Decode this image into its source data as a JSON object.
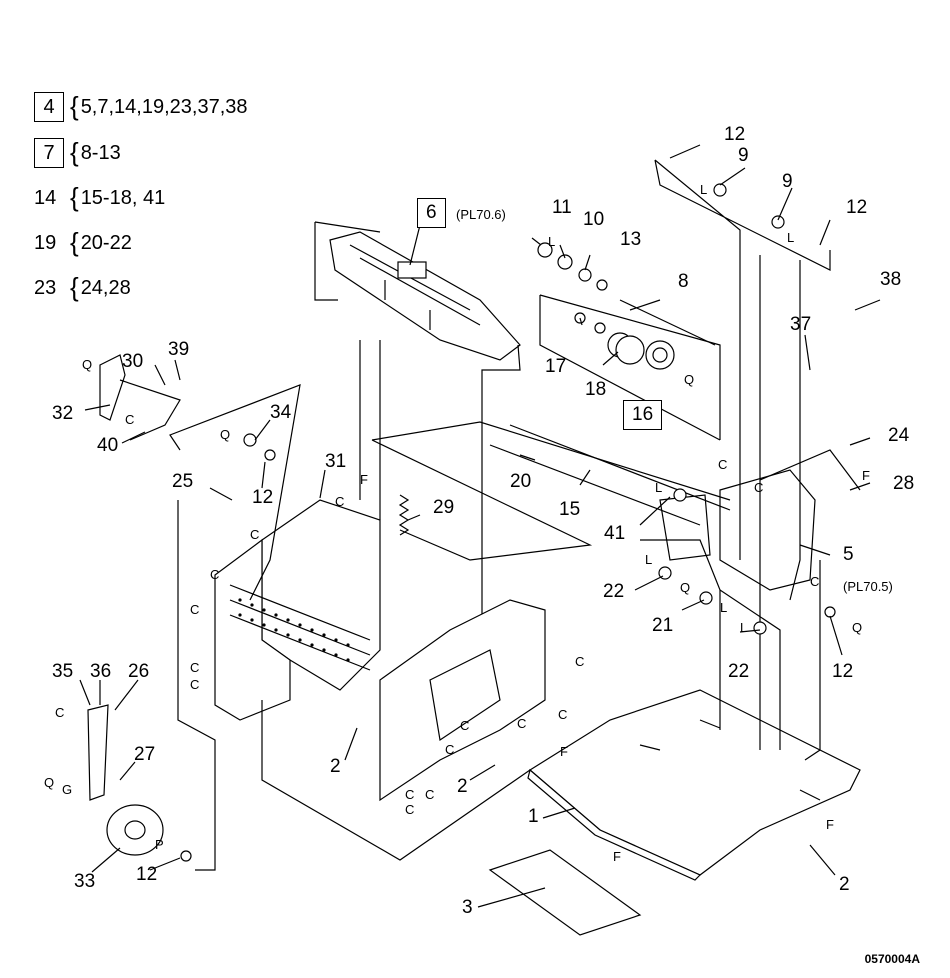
{
  "legend": [
    {
      "num": "4",
      "boxed": true,
      "items": "5,7,14,19,23,37,38"
    },
    {
      "num": "7",
      "boxed": true,
      "items": "8-13"
    },
    {
      "num": "14",
      "boxed": false,
      "items": "15-18, 41"
    },
    {
      "num": "19",
      "boxed": false,
      "items": "20-22"
    },
    {
      "num": "23",
      "boxed": false,
      "items": "24,28"
    }
  ],
  "callouts": {
    "c6": "6",
    "c6ref": "(PL70.6)",
    "c16": "16",
    "c5": "5",
    "c5ref": "(PL70.5)",
    "c1": "1",
    "c2a": "2",
    "c2b": "2",
    "c2c": "2",
    "c3": "3",
    "c8": "8",
    "c9a": "9",
    "c9b": "9",
    "c10": "10",
    "c11": "11",
    "c12a": "12",
    "c12b": "12",
    "c12c": "12",
    "c12d": "12",
    "c12e": "12",
    "c13": "13",
    "c15": "15",
    "c17": "17",
    "c18": "18",
    "c20": "20",
    "c21": "21",
    "c22a": "22",
    "c22b": "22",
    "c24": "24",
    "c25": "25",
    "c26": "26",
    "c27": "27",
    "c28": "28",
    "c29": "29",
    "c30": "30",
    "c31": "31",
    "c32": "32",
    "c33": "33",
    "c34": "34",
    "c35": "35",
    "c36": "36",
    "c37": "37",
    "c38": "38",
    "c39": "39",
    "c40": "40",
    "c41": "41"
  },
  "letters": {
    "c": "C",
    "f": "F",
    "l": "L",
    "q": "Q",
    "g": "G",
    "p": "P"
  },
  "footer": "0570004A"
}
